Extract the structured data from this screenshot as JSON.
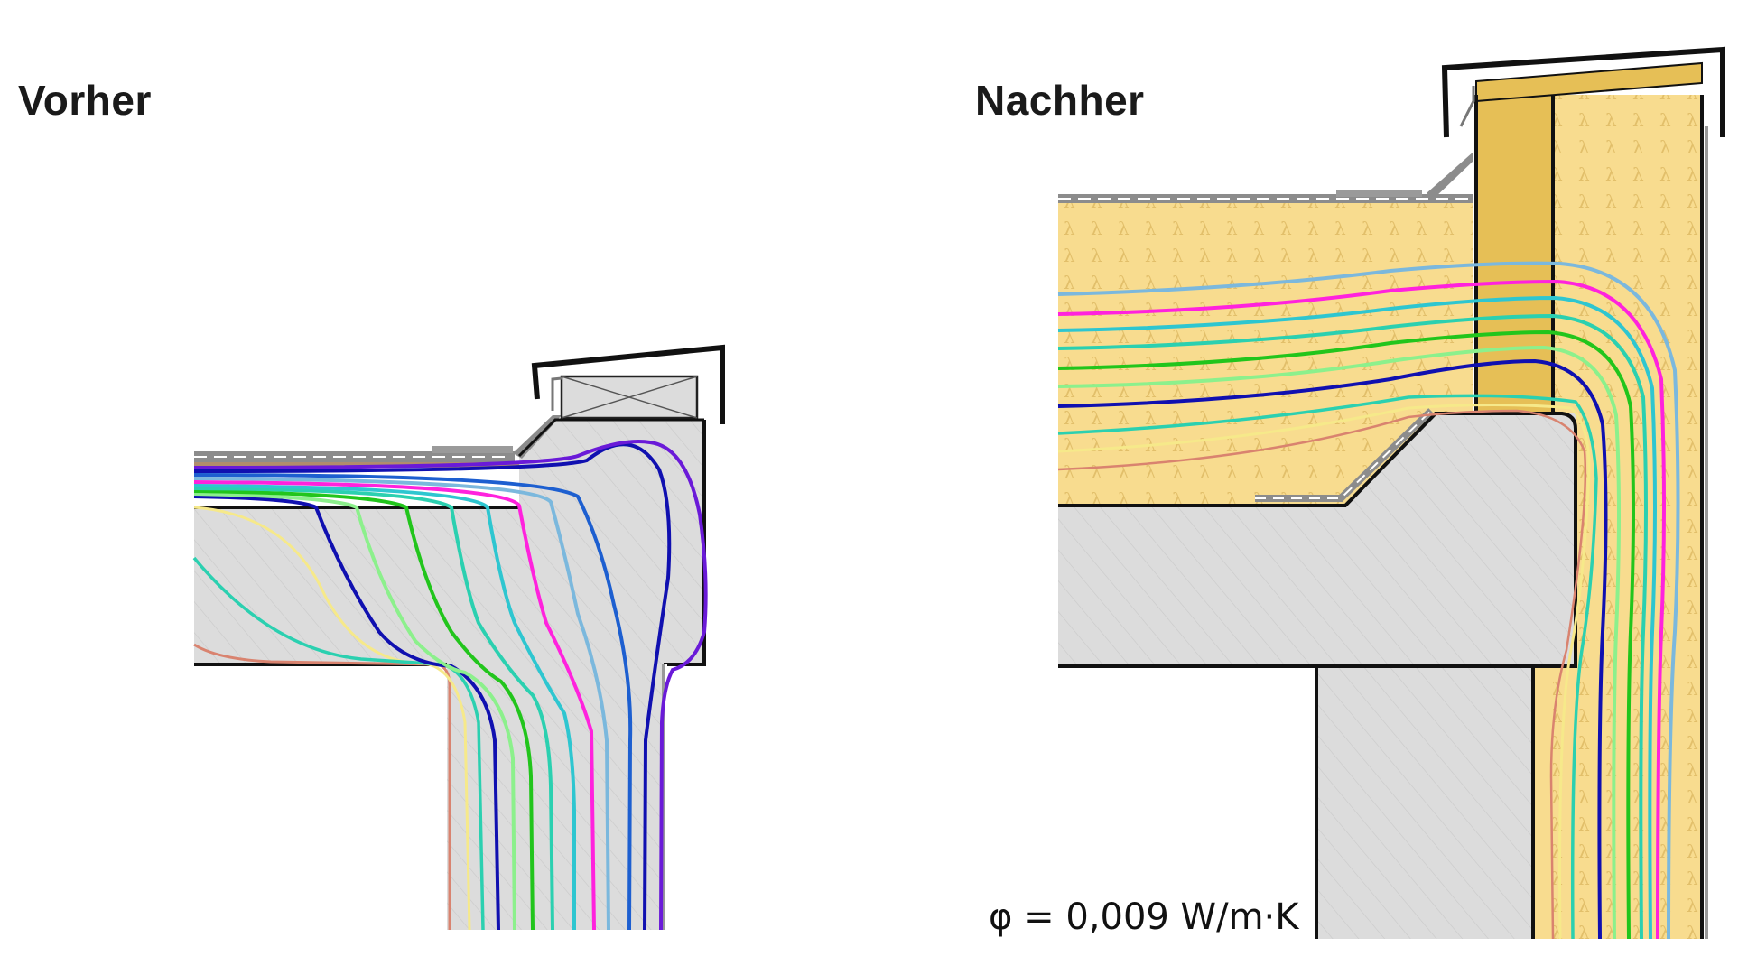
{
  "labels": {
    "before": "Vorher",
    "after": "Nachher"
  },
  "formula": "φ = 0,009 W/m·K",
  "insulation_symbol": "λ",
  "colors": {
    "insulation": "#f8dc8f",
    "concrete": "#dcdcdc",
    "isotherms": [
      "#d9836f",
      "#f6e98a",
      "#2bd0b0",
      "#8cf08c",
      "#22c51c",
      "#2ec6d0",
      "#ff22dd",
      "#7bb8dd",
      "#1d5fd0",
      "#1010b0",
      "#6a1ad8"
    ]
  }
}
